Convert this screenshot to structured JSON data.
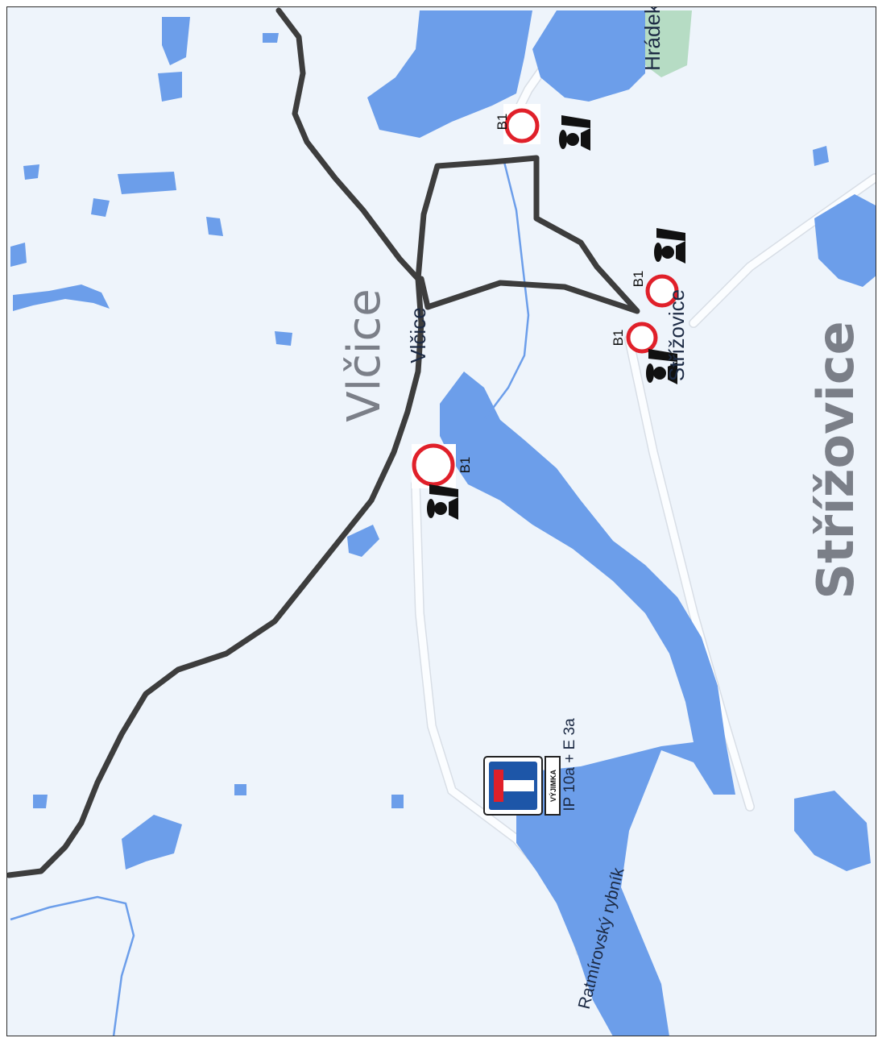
{
  "places": {
    "vlcice": "Vlčice",
    "vlcice_small": "Vlčice",
    "strizovice": "Střížovice",
    "strizovice_small": "Střížovice",
    "hradec": "Hrádek"
  },
  "waters": {
    "pond": "Ratmírovský rybník"
  },
  "signs": {
    "b1_label": "B1",
    "dead_end_label": "IP 10a + E 3a",
    "dead_end_plate": "VÝJIMKA"
  },
  "colors": {
    "water": "#6c9eea",
    "route": "#3d3d3d",
    "sign_ring": "#e0202a",
    "town_label": "#7b7f88"
  },
  "icons": [
    "prohibition-sign-icon",
    "police-officer-icon",
    "dead-end-sign-icon"
  ]
}
